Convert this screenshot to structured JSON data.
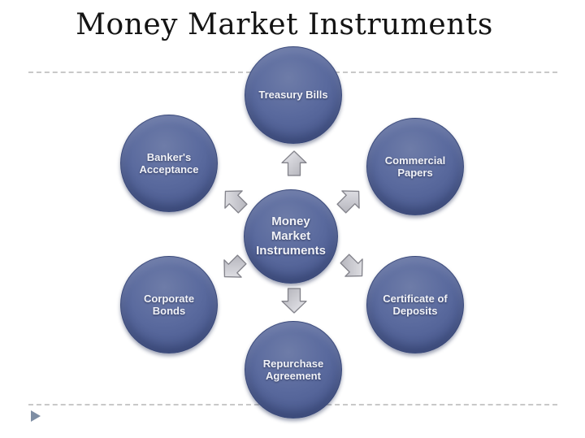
{
  "slide": {
    "title": "Money Market Instruments",
    "diagram": {
      "center_label": "Money Market Instruments",
      "nodes": [
        {
          "id": "treasury-bills",
          "label": "Treasury Bills",
          "position": "top"
        },
        {
          "id": "commercial-papers",
          "label": "Commercial Papers",
          "position": "top-right"
        },
        {
          "id": "certificate-of-deposits",
          "label": "Certificate of Deposits",
          "position": "bottom-right"
        },
        {
          "id": "repurchase-agreement",
          "label": "Repurchase Agreement",
          "position": "bottom"
        },
        {
          "id": "corporate-bonds",
          "label": "Corporate Bonds",
          "position": "bottom-left"
        },
        {
          "id": "bankers-acceptance",
          "label": "Banker's Acceptance",
          "position": "top-left"
        }
      ],
      "arrow_icons": [
        "up-arrow",
        "up-right-arrow",
        "down-right-arrow",
        "down-arrow",
        "down-left-arrow",
        "up-left-arrow"
      ]
    },
    "decorations": {
      "bullet_marker_icon": "right-pointing-triangle",
      "dividers": [
        "top-dashed-line",
        "bottom-dashed-line"
      ]
    },
    "colors": {
      "circle_fill": "#56669a",
      "circle_edge": "#3e4e82",
      "circle_text": "#f2f3f8",
      "arrow_fill_light": "#ececf0",
      "arrow_fill_dark": "#aeaeb6",
      "arrow_stroke": "#84848c",
      "dashed_line": "#c8c8c8",
      "marker": "#7e8ea4",
      "title_text": "#141414",
      "background": "#ffffff"
    }
  }
}
